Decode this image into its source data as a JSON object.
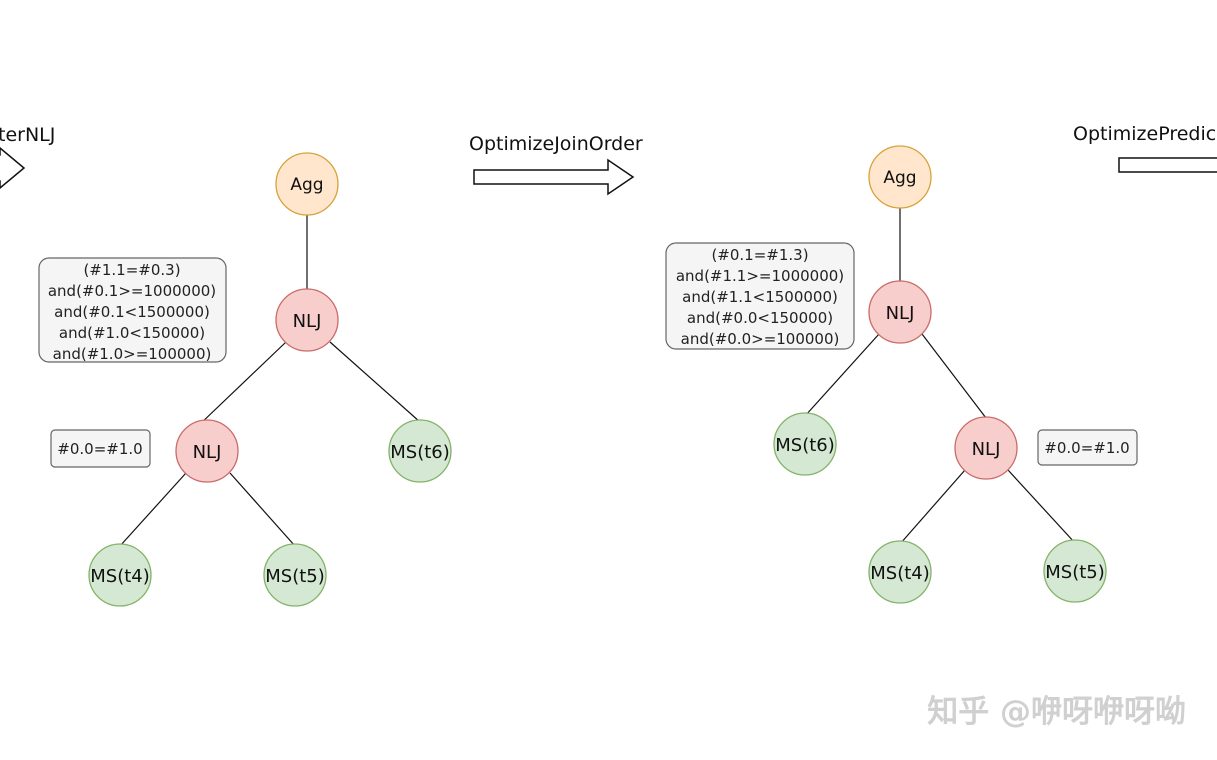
{
  "steps": {
    "left_partial": "terNLJ",
    "middle": "OptimizeJoinOrder",
    "right_partial": "OptimizePredic"
  },
  "tree_before": {
    "root": "Agg",
    "join_top": "NLJ",
    "join_inner": "NLJ",
    "scan_a": "MS(t4)",
    "scan_b": "MS(t5)",
    "scan_c": "MS(t6)",
    "predicate_top": [
      "(#1.1=#0.3)",
      "and(#0.1>=1000000)",
      "and(#0.1<1500000)",
      "and(#1.0<150000)",
      "and(#1.0>=100000)"
    ],
    "predicate_inner": "#0.0=#1.0"
  },
  "tree_after": {
    "root": "Agg",
    "join_top": "NLJ",
    "join_inner": "NLJ",
    "scan_a": "MS(t6)",
    "scan_b": "MS(t4)",
    "scan_c": "MS(t5)",
    "predicate_top": [
      "(#0.1=#1.3)",
      "and(#1.1>=1000000)",
      "and(#1.1<1500000)",
      "and(#0.0<150000)",
      "and(#0.0>=100000)"
    ],
    "predicate_inner": "#0.0=#1.0"
  },
  "colors": {
    "agg_fill": "#ffe6cc",
    "agg_stroke": "#d6a23a",
    "join_fill": "#f8cecc",
    "join_stroke": "#c96b68",
    "scan_fill": "#d5e8d4",
    "scan_stroke": "#82b366",
    "box_fill": "#f5f5f5",
    "box_stroke": "#666666"
  },
  "watermark": "知乎 @咿呀咿呀呦"
}
